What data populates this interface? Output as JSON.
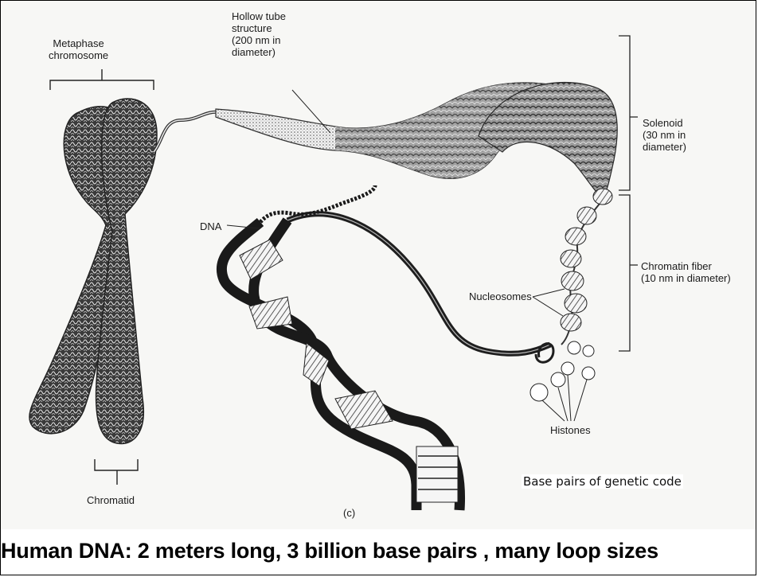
{
  "labels": {
    "metaphase": [
      "Metaphase",
      "chromosome"
    ],
    "hollow_tube": [
      "Hollow tube",
      "structure",
      "(200 nm in",
      "diameter)"
    ],
    "solenoid": [
      "Solenoid",
      "(30 nm in",
      "diameter)"
    ],
    "dna": "DNA",
    "chromatin_fiber": [
      "Chromatin fiber",
      "(10 nm in diameter)"
    ],
    "nucleosomes": "Nucleosomes",
    "histones": "Histones",
    "chromatid": "Chromatid",
    "panel": "(c)",
    "base_pairs": "Base pairs of genetic code"
  },
  "caption": "Human DNA: 2 meters long, 3 billion base pairs , many loop sizes",
  "colors": {
    "ink": "#2a2a2a",
    "paper": "#f7f7f5"
  }
}
